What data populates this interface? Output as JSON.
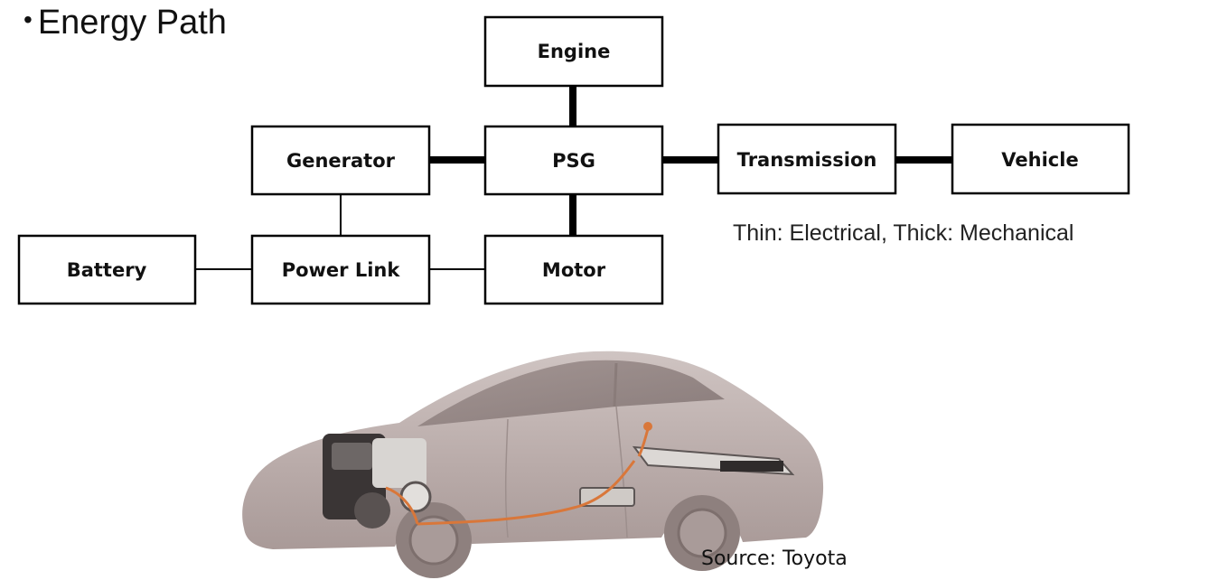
{
  "title": "Energy Path",
  "blocks": {
    "engine": "Engine",
    "generator": "Generator",
    "psg": "PSG",
    "transmission": "Transmission",
    "vehicle": "Vehicle",
    "battery": "Battery",
    "power_link": "Power Link",
    "motor": "Motor"
  },
  "legend": "Thin: Electrical, Thick: Mechanical",
  "source": "Source: Toyota",
  "image": {
    "subject": "hybrid-car-cutaway",
    "colors": {
      "body": "#b7aaa8",
      "wiring": "#d9773a"
    }
  }
}
